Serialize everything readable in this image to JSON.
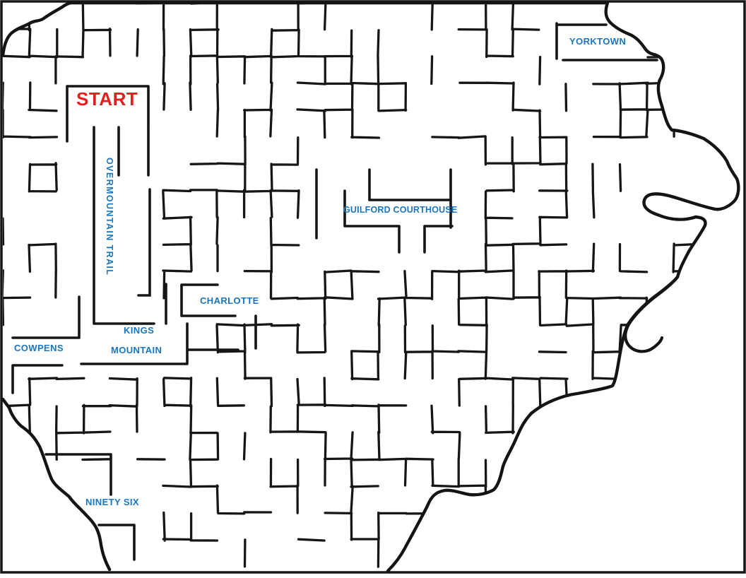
{
  "maze": {
    "start_label": "START",
    "locations": {
      "overmountain_trail": "OVERMOUNTAIN TRAIL",
      "yorktown": "YORKTOWN",
      "guilford_courthouse": "GUILFORD COURTHOUSE",
      "charlotte": "CHARLOTTE",
      "kings_mountain_line1": "KINGS",
      "kings_mountain_line2": "MOUNTAIN",
      "cowpens": "COWPENS",
      "ninety_six": "NINETY SIX"
    },
    "colors": {
      "label_blue": "#1b75bc",
      "start_red": "#e31e1e",
      "wall_black": "#161616"
    }
  }
}
